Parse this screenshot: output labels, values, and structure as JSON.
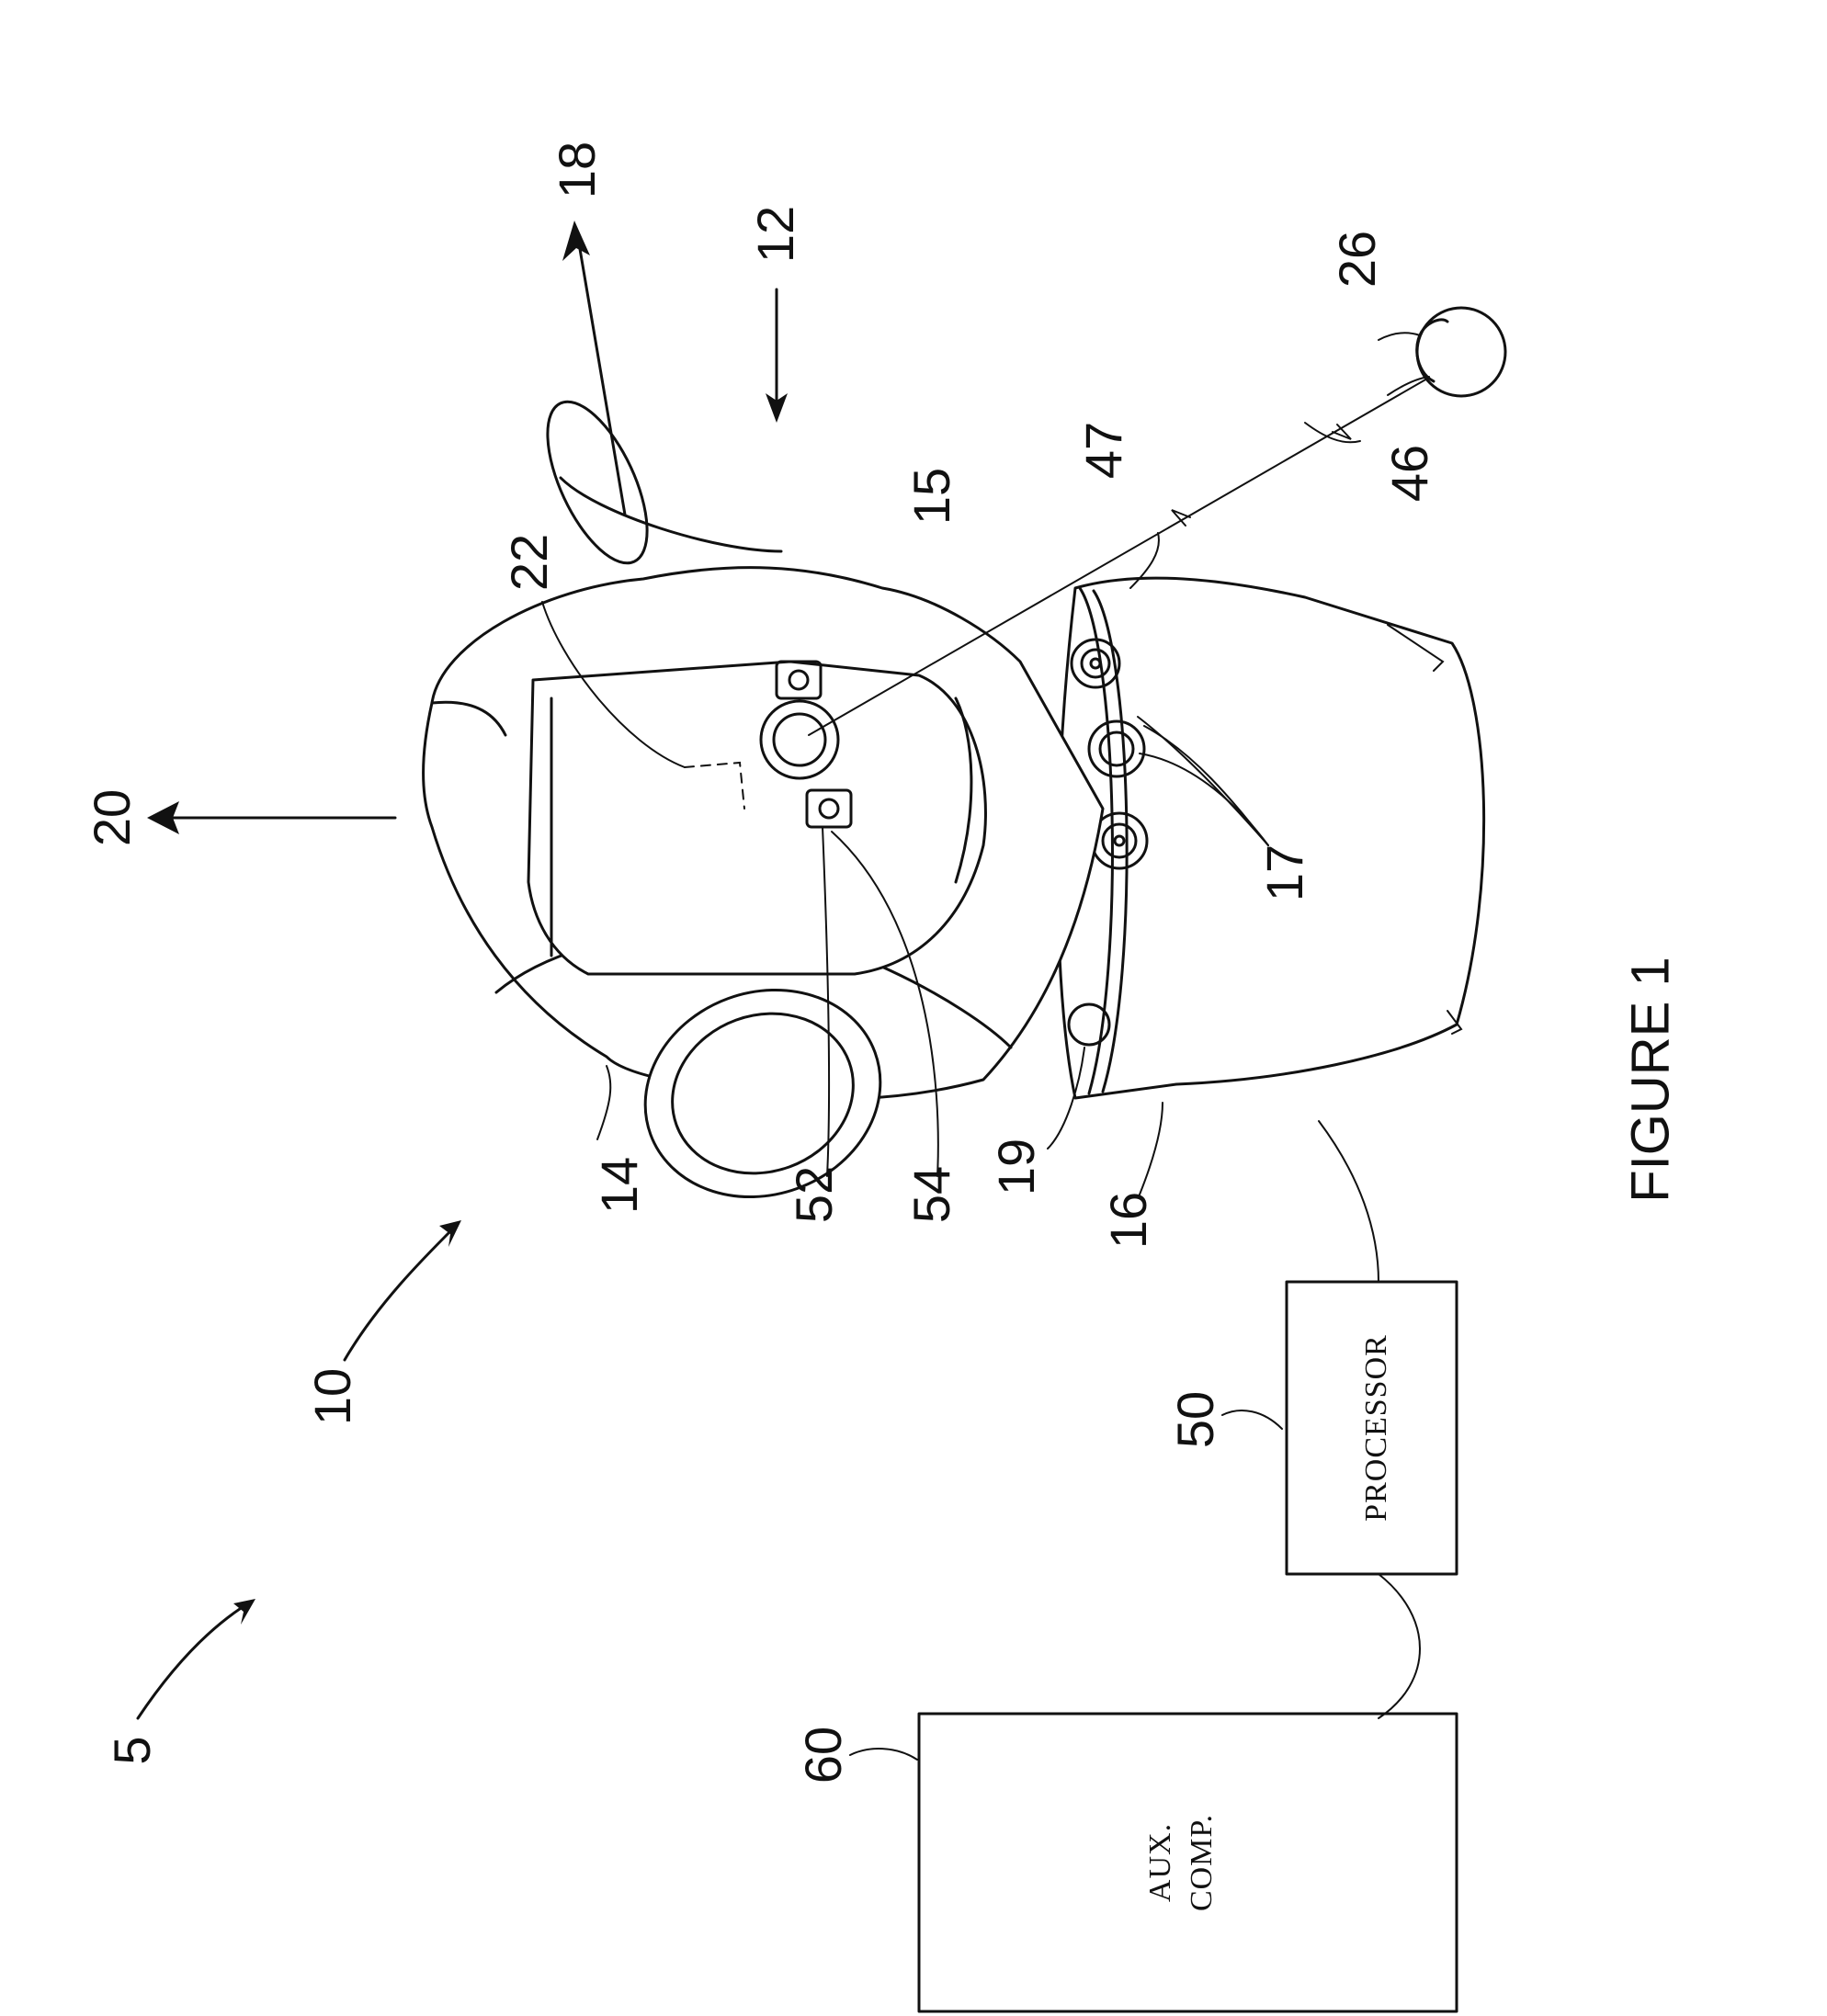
{
  "figure": {
    "caption": "FIGURE 1",
    "reference_labels": {
      "system": "5",
      "tracker": "10",
      "coordinate_system": "12",
      "payload": "14",
      "payload_element": "15",
      "base": "16",
      "buttons": "17",
      "zenith_axis": "18",
      "indicator": "19",
      "azimuth_axis": "20",
      "gimbal_point": "22",
      "retroreflector": "26",
      "beam_out": "46",
      "beam_return": "47",
      "processor_ref": "50",
      "camera": "52",
      "light_source": "54",
      "aux_ref": "60"
    },
    "boxes": {
      "processor": "PROCESSOR",
      "aux_line1": "AUX.",
      "aux_line2": "COMP."
    }
  }
}
